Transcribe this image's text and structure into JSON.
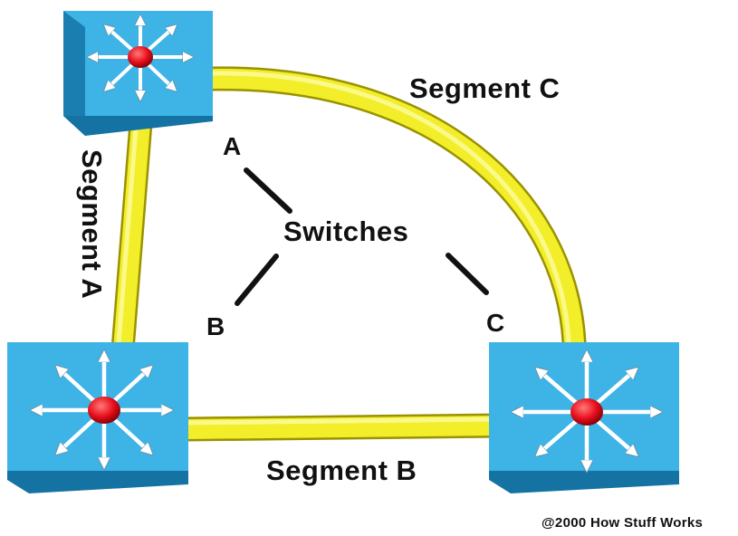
{
  "labels": {
    "segment_a": "Segment A",
    "segment_b": "Segment B",
    "segment_c": "Segment C",
    "switches": "Switches",
    "switch_a": "A",
    "switch_b": "B",
    "switch_c": "C"
  },
  "copyright": "@2000 How Stuff Works",
  "colors": {
    "cable": "#f2ee2a",
    "cable_shadow": "#a8a000",
    "switch_top": "#3db3e6",
    "switch_side": "#1a7fb0",
    "switch_front": "#1f93c8",
    "hub": "#e8101c",
    "arrows": "#ffffff",
    "pointer_lines": "#111111"
  }
}
